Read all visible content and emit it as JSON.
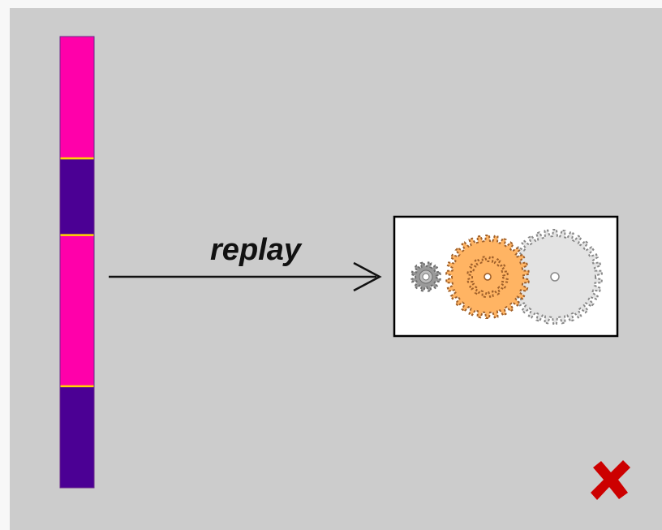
{
  "diagram": {
    "arrow_label": "replay",
    "colors": {
      "canvas_bg": "#cccccc",
      "segment_magenta": "#ff00aa",
      "segment_indigo": "#4b0094",
      "segment_divider": "#ffd700",
      "gear_orange": "#ffb463",
      "gear_orange_dark": "#a0602a",
      "gear_grey": "#888888",
      "gear_light": "#e3e3e3",
      "cross_red": "#cc0000"
    },
    "strip_segments": [
      {
        "kind": "magenta",
        "fraction": 0.27
      },
      {
        "kind": "indigo",
        "fraction": 0.17
      },
      {
        "kind": "magenta",
        "fraction": 0.335
      },
      {
        "kind": "indigo",
        "fraction": 0.225
      }
    ],
    "icons": {
      "machine": "gears-icon",
      "status": "cross-icon"
    }
  }
}
